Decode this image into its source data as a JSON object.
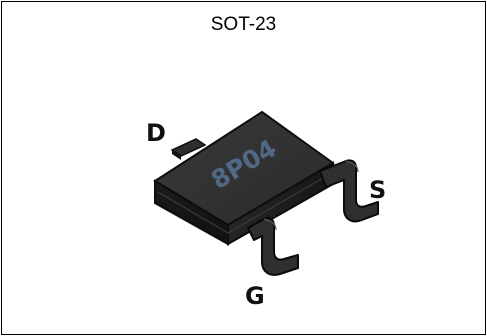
{
  "title": "SOT-23",
  "package": {
    "marking": "8P04",
    "body_color": "#252525",
    "marking_color": "#4f6a86"
  },
  "pins": {
    "drain": "D",
    "source": "S",
    "gate": "G"
  }
}
